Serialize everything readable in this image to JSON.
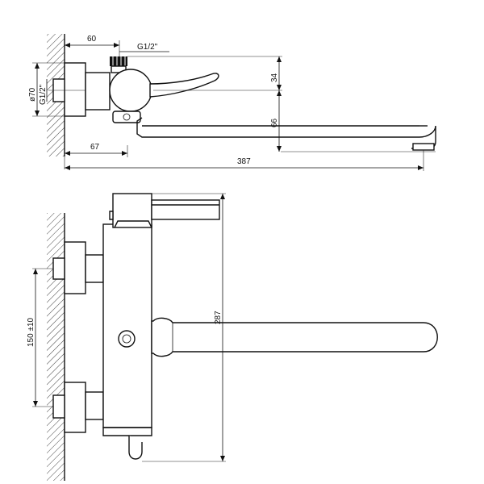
{
  "top_view": {
    "dim_60": "60",
    "dim_thread_top": "G1/2\"",
    "dim_diameter": "ø70",
    "dim_thread_side": "G1/2\"",
    "dim_34": "34",
    "dim_66": "66",
    "dim_67": "67",
    "dim_387": "387"
  },
  "front_view": {
    "dim_150": "150 ±10",
    "dim_287": "287"
  }
}
